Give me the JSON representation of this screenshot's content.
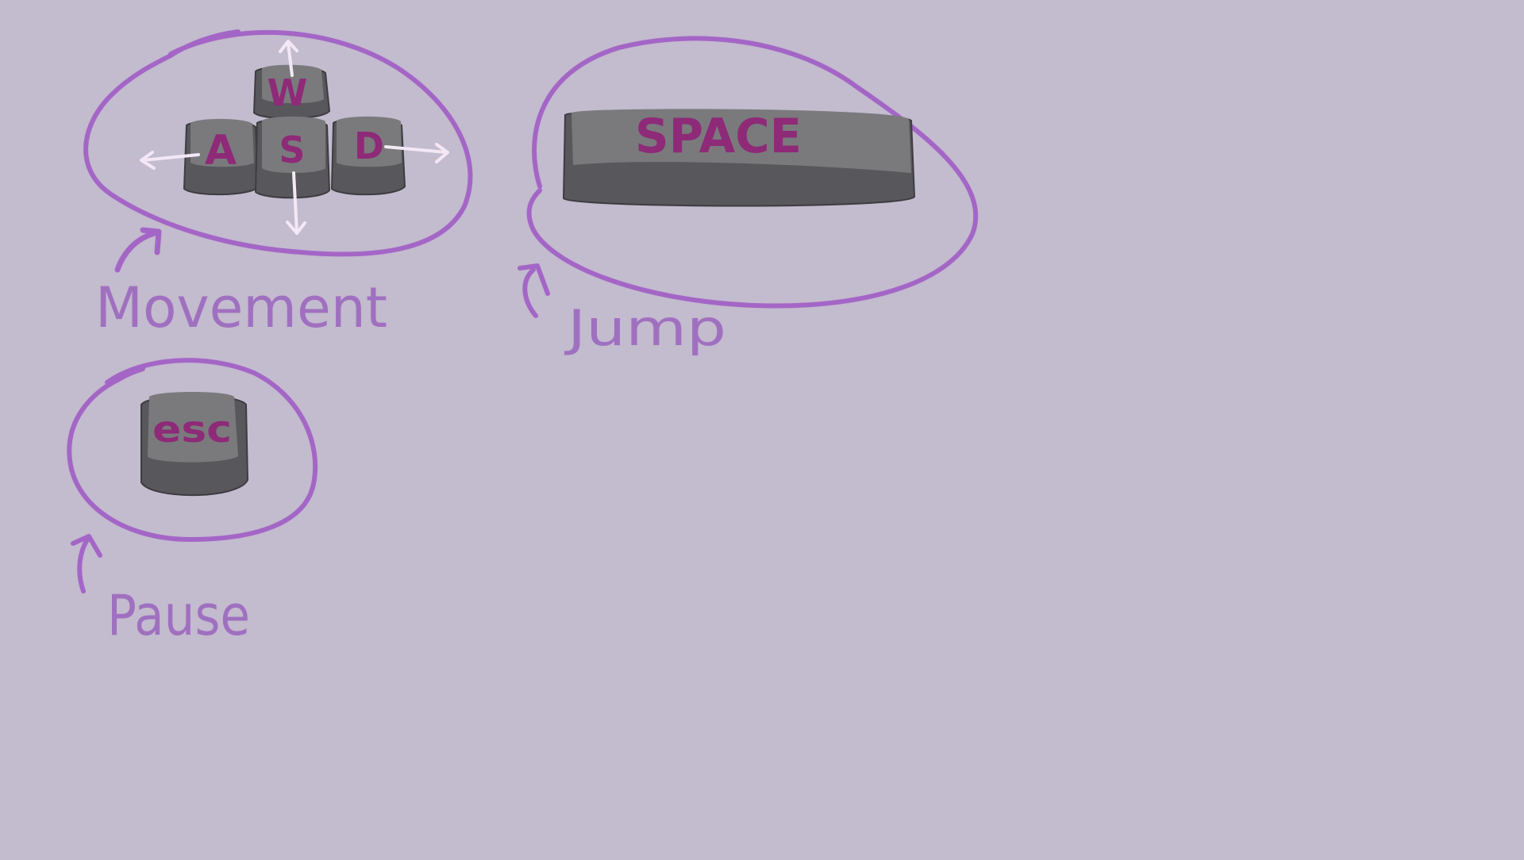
{
  "screen": {
    "background": "#c3bbce",
    "accent": "#a466c6",
    "keycap_top": "#7a7a7c",
    "keycap_side": "#58575b",
    "keycap_text": "#8e2a78",
    "arrow_color": "#f4e8f6"
  },
  "movement": {
    "keys": {
      "w": "W",
      "a": "A",
      "s": "S",
      "d": "D"
    },
    "label": "Movement"
  },
  "jump": {
    "key": "SPACE",
    "label": "Jump"
  },
  "pause": {
    "key": "esc",
    "label": "Pause"
  }
}
